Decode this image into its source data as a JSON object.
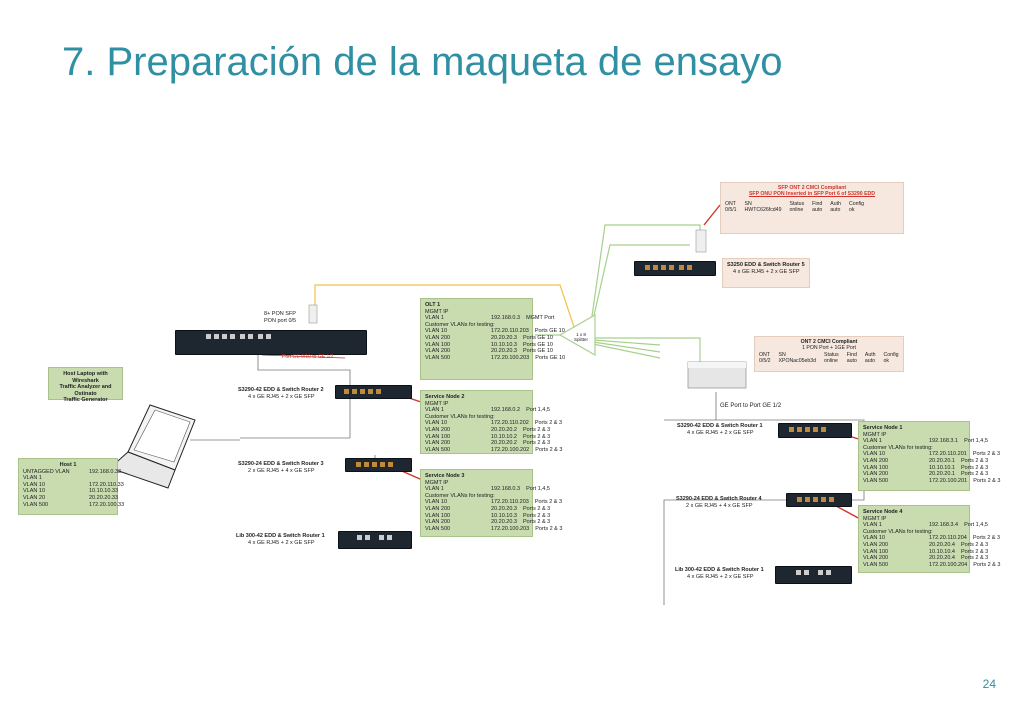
{
  "slide": {
    "title": "7. Preparación de la maqueta de ensayo",
    "page_number": "24"
  },
  "colors": {
    "title": "#2f8fa3",
    "box": "#c8dcb0",
    "fiber_green": "#a7d08c",
    "fiber_yellow": "#f0c24a",
    "link_red": "#d2332b",
    "copper": "#555555"
  },
  "olt_box": {
    "title": "OLT 1",
    "mgmt_label": "MGMT IP",
    "vlan1": [
      "VLAN 1",
      "192.168.0.3",
      "MGMT Port"
    ],
    "customer_label": "Customer VLANs for testing:",
    "rows": [
      [
        "VLAN 10",
        "172.20.110.203",
        "Ports GE 10"
      ],
      [
        "VLAN 200",
        "20.20.20.3",
        "Ports GE 10"
      ],
      [
        "VLAN 100",
        "10.10.10.3",
        "Ports GE 10"
      ],
      [
        "VLAN 200",
        "20.20.20.3",
        "Ports GE 10"
      ],
      [
        "VLAN 500",
        "172.20.100.203",
        "Ports GE 10"
      ]
    ]
  },
  "pon_sfp": {
    "line1": "8+ PON SFP",
    "line2": "PON port 0/5"
  },
  "port_label": "Port GE 0/10 to GE 1/2",
  "host_laptop": {
    "line1": "Host Laptop with Wireshark",
    "line2": "Traffic Analyzer and Ostinato",
    "line3": "Traffic Generator"
  },
  "host1": {
    "title": "Host 1",
    "rows": [
      [
        "UNTAGGED VLAN",
        "192.168.0.33"
      ],
      [
        "VLAN 1",
        ""
      ],
      [
        "VLAN 10",
        "172.20.110.33"
      ],
      [
        "VLAN 10",
        "10.10.10.33"
      ],
      [
        "VLAN 20",
        "20.20.20.33"
      ],
      [
        "VLAN 500",
        "172.20.100.33"
      ]
    ]
  },
  "left_devices": [
    {
      "title": "S3290-42 EDD & Switch Router 2",
      "sub": "4 x GE RJ45 + 2 x GE SFP"
    },
    {
      "title": "S3290-24 EDD & Switch Router 3",
      "sub": "2 x GE RJ45 + 4 x GE SFP"
    },
    {
      "title": "Lib 300-42 EDD & Switch Router 1",
      "sub": "4 x GE RJ45 + 2 x GE SFP"
    }
  ],
  "service_node2": {
    "title": "Service Node 2",
    "mgmt_label": "MGMT IP",
    "vlan1": [
      "VLAN 1",
      "192.168.0.2",
      "Port 1,4,5"
    ],
    "customer_label": "Customer VLANs for testing:",
    "rows": [
      [
        "VLAN 10",
        "172.20.110.202",
        "Ports 2 & 3"
      ],
      [
        "VLAN 200",
        "20.20.20.2",
        "Ports 2 & 3"
      ],
      [
        "VLAN 100",
        "10.10.10.2",
        "Ports 2 & 3"
      ],
      [
        "VLAN 200",
        "20.20.20.2",
        "Ports 2 & 3"
      ],
      [
        "VLAN 500",
        "172.20.100.202",
        "Ports 2 & 3"
      ]
    ]
  },
  "service_node3": {
    "title": "Service Node 3",
    "mgmt_label": "MGMT IP",
    "vlan1": [
      "VLAN 1",
      "192.168.0.3",
      "Port 1,4,5"
    ],
    "customer_label": "Customer VLANs for testing:",
    "rows": [
      [
        "VLAN 10",
        "172.20.110.203",
        "Ports 2 & 3"
      ],
      [
        "VLAN 200",
        "20.20.20.3",
        "Ports 2 & 3"
      ],
      [
        "VLAN 100",
        "10.10.10.3",
        "Ports 2 & 3"
      ],
      [
        "VLAN 200",
        "20.20.20.3",
        "Ports 2 & 3"
      ],
      [
        "VLAN 500",
        "172.20.100.203",
        "Ports 2 & 3"
      ]
    ]
  },
  "splitter": {
    "line1": "1 x 8",
    "line2": "Splitter"
  },
  "sfp_ont": {
    "line1": "SFP ONT 2 CMCI Compliant",
    "line2": "SFP ONU PON Inserted in SFP Port 6 of S3290 EDD",
    "headers": [
      "ONT",
      "SN",
      "Status",
      "Find",
      "Auth",
      "Config"
    ],
    "values": [
      "0/5/1",
      "HWTC626fcd49",
      "online",
      "auto",
      "auto",
      "ok"
    ]
  },
  "router5": {
    "title": "S3250 EDD & Switch Router 5",
    "sub": "4 x GE RJ45 + 2 x GE SFP"
  },
  "ont2": {
    "line1": "ONT 2 CMCI Compliant",
    "line2": "1 PON Port + 1GE Port",
    "headers": [
      "ONT",
      "SN",
      "Status",
      "Find",
      "Auth",
      "Config"
    ],
    "values": [
      "0/5/2",
      "XPONac05eb3d",
      "online",
      "auto",
      "auto",
      "ok"
    ]
  },
  "ge_label": "GE Port to Port GE 1/2",
  "right_devices": [
    {
      "title": "S3290-42 EDD & Switch Router 1",
      "sub": "4 x GE RJ45 + 2 x GE SFP"
    },
    {
      "title": "S3290-24 EDD & Switch Router 4",
      "sub": "2 x GE RJ45 + 4 x GE SFP"
    },
    {
      "title": "Lib 300-42 EDD & Switch Router 1",
      "sub": "4 x GE RJ45 + 2 x GE SFP"
    }
  ],
  "service_node1": {
    "title": "Service Node 1",
    "mgmt_label": "MGMT IP",
    "vlan1": [
      "VLAN 1",
      "192.168.3.1",
      "Port 1,4,5"
    ],
    "customer_label": "Customer VLANs for testing:",
    "rows": [
      [
        "VLAN 10",
        "172.20.110.201",
        "Ports 2 & 3"
      ],
      [
        "VLAN 200",
        "20.20.20.1",
        "Ports 2 & 3"
      ],
      [
        "VLAN 100",
        "10.10.10.1",
        "Ports 2 & 3"
      ],
      [
        "VLAN 200",
        "20.20.20.1",
        "Ports 2 & 3"
      ],
      [
        "VLAN 500",
        "172.20.100.201",
        "Ports 2 & 3"
      ]
    ]
  },
  "service_node4": {
    "title": "Service Node 4",
    "mgmt_label": "MGMT IP",
    "vlan1": [
      "VLAN 1",
      "192.168.3.4",
      "Port 1,4,5"
    ],
    "customer_label": "Customer VLANs for testing:",
    "rows": [
      [
        "VLAN 10",
        "172.20.110.204",
        "Ports 2 & 3"
      ],
      [
        "VLAN 200",
        "20.20.20.4",
        "Ports 2 & 3"
      ],
      [
        "VLAN 100",
        "10.10.10.4",
        "Ports 2 & 3"
      ],
      [
        "VLAN 200",
        "20.20.20.4",
        "Ports 2 & 3"
      ],
      [
        "VLAN 500",
        "172.20.100.204",
        "Ports 2 & 3"
      ]
    ]
  }
}
